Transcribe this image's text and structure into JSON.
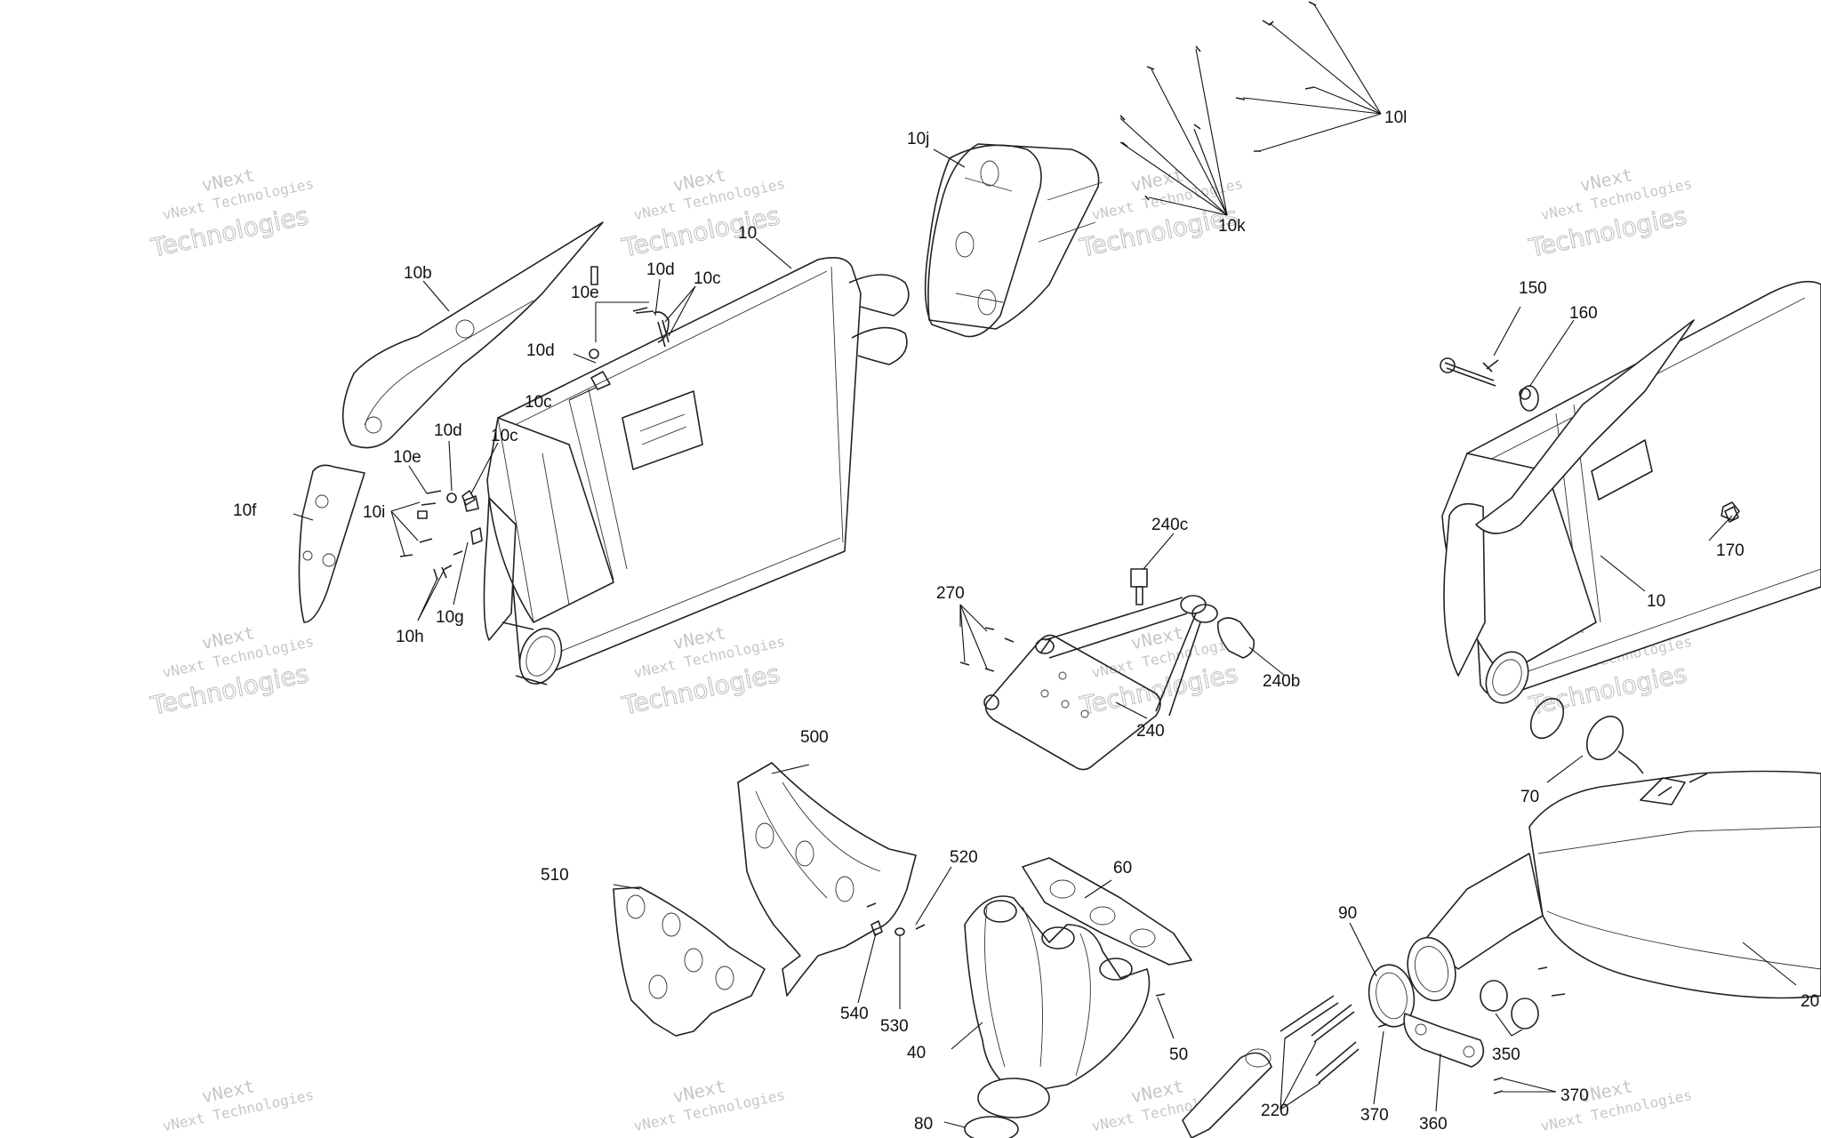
{
  "watermark": {
    "text_a": "vNext",
    "text_b": "vNext Technologies",
    "text_c": "Technologies",
    "color": "#b8b8b8"
  },
  "callouts": {
    "c10_top": "10",
    "c10_right": "10",
    "c10b": "10b",
    "c10c_a": "10c",
    "c10c_b": "10c",
    "c10c_c": "10c",
    "c10d_a": "10d",
    "c10d_b": "10d",
    "c10d_c": "10d",
    "c10e_a": "10e",
    "c10e_b": "10e",
    "c10f": "10f",
    "c10g": "10g",
    "c10h": "10h",
    "c10i": "10i",
    "c10j": "10j",
    "c10k": "10k",
    "c10l": "10l",
    "c150": "150",
    "c160": "160",
    "c170": "170",
    "c240": "240",
    "c240b": "240b",
    "c240c": "240c",
    "c270": "270",
    "c500": "500",
    "c510": "510",
    "c520": "520",
    "c530": "530",
    "c540": "540",
    "c60": "60",
    "c40": "40",
    "c50": "50",
    "c70": "70",
    "c80": "80",
    "c90": "90",
    "c220": "220",
    "c350": "350",
    "c360": "360",
    "c370_a": "370",
    "c370_b": "370",
    "c20": "20"
  }
}
